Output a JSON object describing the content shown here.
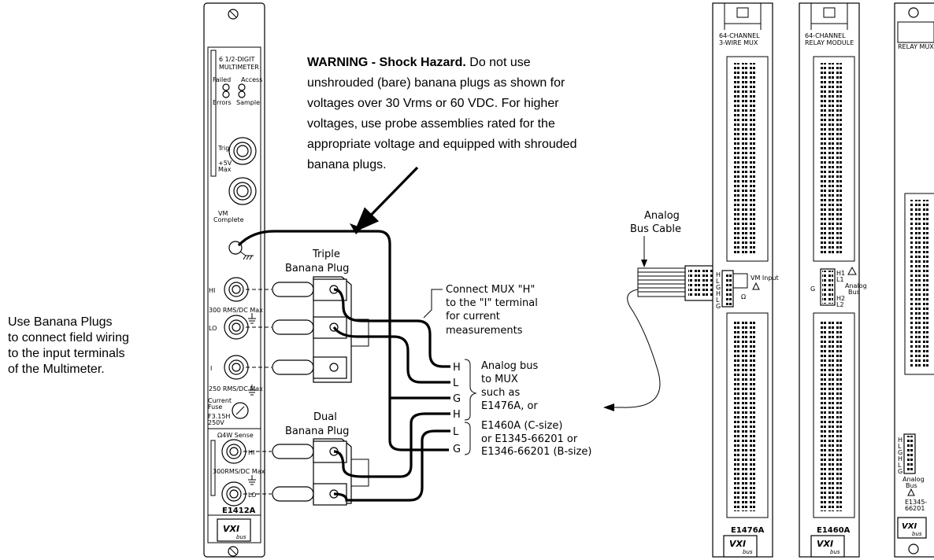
{
  "left_note": [
    "Use Banana Plugs",
    "to connect field wiring",
    "to the input terminals",
    "of the Multimeter."
  ],
  "warning": {
    "title": "WARNING - Shock Hazard.",
    "first_rest": " Do not use",
    "lines": [
      "unshrouded (bare) banana plugs as shown for",
      "voltages over 30 Vrms or 60 VDC. For higher",
      "voltages, use probe assemblies rated for the",
      "appropriate voltage and equipped with shrouded",
      "banana plugs."
    ]
  },
  "dmm": {
    "title": [
      "6 1/2-DIGIT",
      "MULTIMETER"
    ],
    "leds": [
      "Failed",
      "Access",
      "Errors",
      "Sample"
    ],
    "trig": "Trig",
    "plus5v": [
      "+5V",
      "Max"
    ],
    "vm_complete": [
      "VM",
      "Complete"
    ],
    "hi": "HI",
    "lo": "LO",
    "i": "I",
    "rating_300": "300 RMS/DC Max",
    "rating_250": "250 RMS/DC Max",
    "fuse": [
      "Current",
      "Fuse",
      "F3.15H",
      "250V"
    ],
    "sense": "Ω4W Sense",
    "sense_hi": "HI",
    "sense_lo": "LO",
    "rating_300b": "300RMS/DC Max",
    "model": "E1412A",
    "vxi": "VXI",
    "bus": "bus"
  },
  "triple_plug": [
    "Triple",
    "Banana Plug"
  ],
  "dual_plug": [
    "Dual",
    "Banana Plug"
  ],
  "connect_note": [
    "Connect MUX \"H\"",
    "to the \"I\" terminal",
    "for current",
    "measurements"
  ],
  "bus_letters": [
    "H",
    "L",
    "G",
    "H",
    "L",
    "G"
  ],
  "analog_bus_note": [
    "Analog bus",
    "to MUX",
    "such as",
    "E1476A, or",
    "E1460A (C-size)",
    "or E1345-66201 or",
    "E1346-66201 (B-size)"
  ],
  "analog_cable": [
    "Analog",
    "Bus Cable"
  ],
  "mux": {
    "title": [
      "64-CHANNEL",
      "3-WIRE MUX"
    ],
    "letters": [
      "H",
      "L",
      "G",
      "H",
      "L",
      "G"
    ],
    "vm_input": "VM Input",
    "omega": "Ω",
    "model": "E1476A",
    "vxi": "VXI",
    "bus": "bus"
  },
  "relay": {
    "title": [
      "64-CHANNEL",
      "RELAY MODULE"
    ],
    "h1": "H1",
    "l1": "L1",
    "h2": "H2",
    "l2": "L2",
    "g": "G",
    "analog_bus": [
      "Analog",
      "Bus"
    ],
    "model": "E1460A",
    "vxi": "VXI",
    "bus": "bus"
  },
  "relay_b": {
    "title": "RELAY MUX",
    "letters": [
      "H",
      "L",
      "G",
      "H",
      "L",
      "G"
    ],
    "analog_bus": [
      "Analog",
      "Bus"
    ],
    "model": [
      "E1345-",
      "66201"
    ],
    "vxi": "VXI",
    "bus": "bus"
  }
}
